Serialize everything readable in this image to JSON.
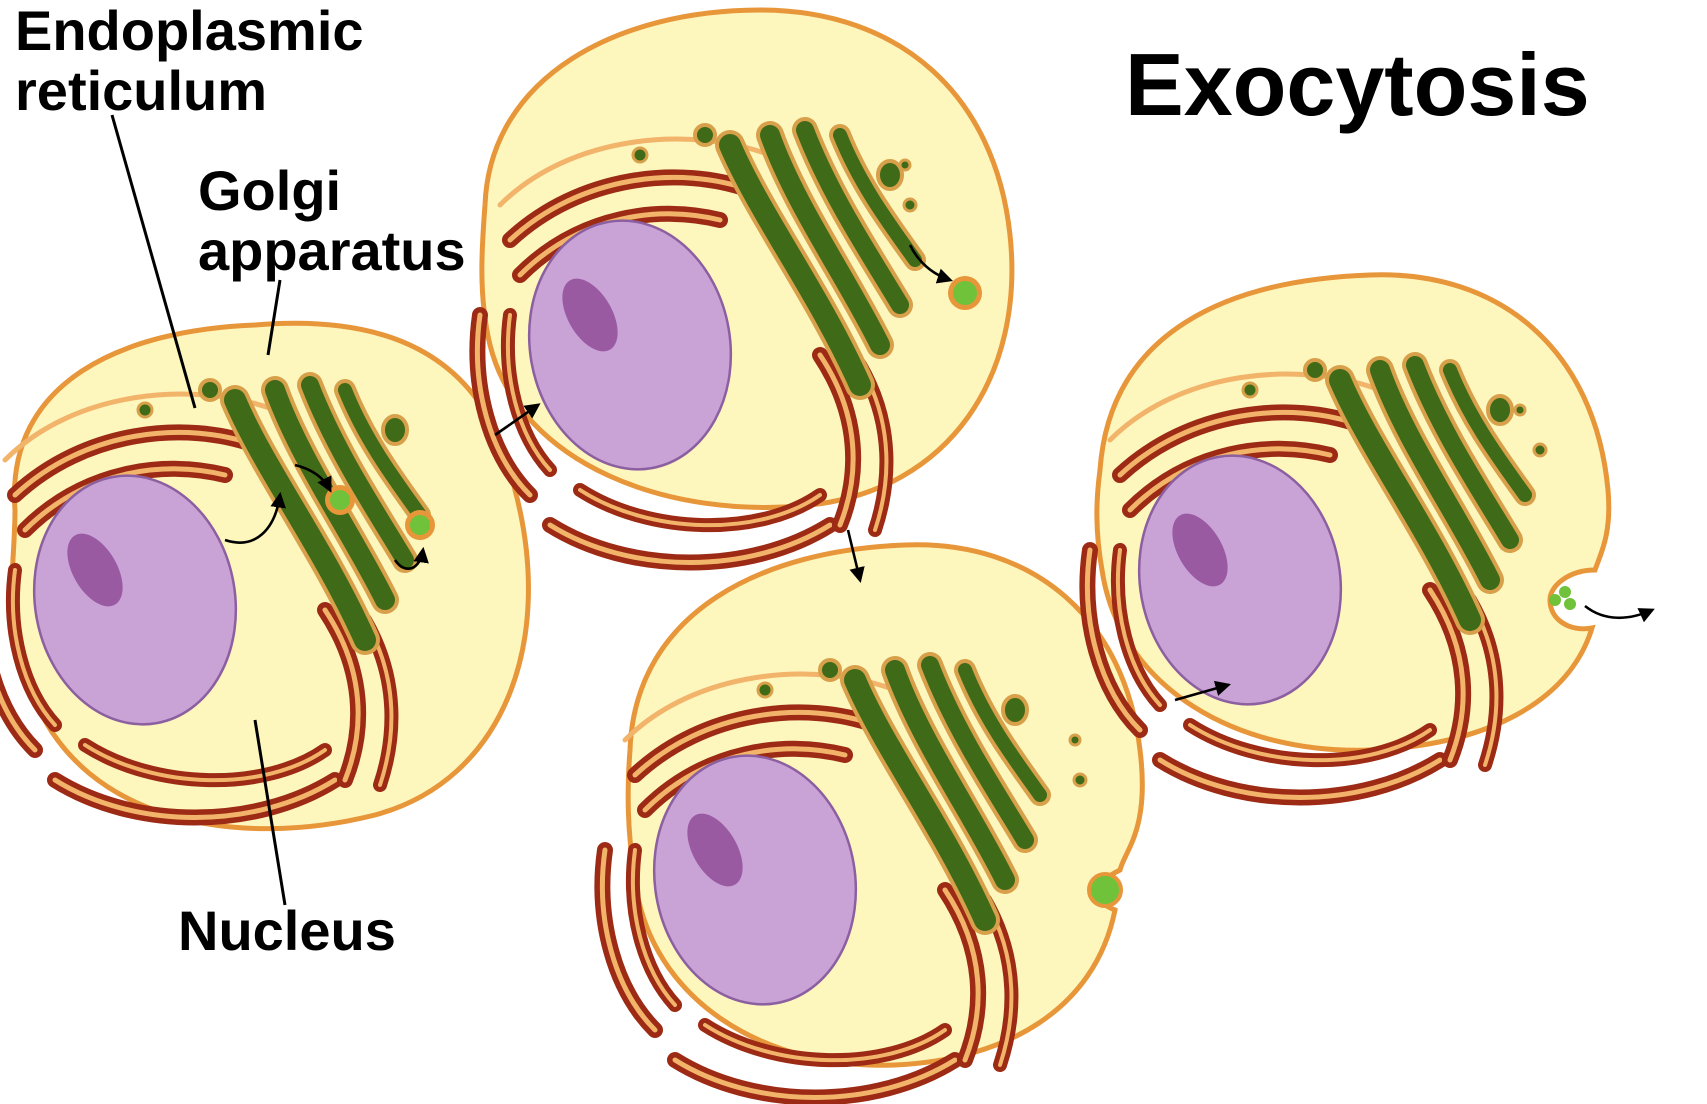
{
  "title": "Exocytosis",
  "labels": {
    "endoplasmic_reticulum_line1": "Endoplasmic",
    "endoplasmic_reticulum_line2": "reticulum",
    "golgi_line1": "Golgi",
    "golgi_line2": "apparatus",
    "nucleus": "Nucleus"
  },
  "colors": {
    "cytoplasm": "#fdf6bd",
    "membrane": "#e8963a",
    "nucleus": "#c9a2d6",
    "nucleus_edge": "#8c5fa0",
    "nucleolus": "#9a5aa2",
    "er": "#9c2a14",
    "er_inner": "#f2b46a",
    "golgi": "#3f6a18",
    "golgi_edge": "#d8a04a",
    "vesicle_cargo": "#6fc23a"
  },
  "stages": [
    {
      "id": "stage-1",
      "description_shown": false
    },
    {
      "id": "stage-2",
      "description_shown": false
    },
    {
      "id": "stage-3",
      "description_shown": false
    },
    {
      "id": "stage-4",
      "description_shown": false
    }
  ]
}
